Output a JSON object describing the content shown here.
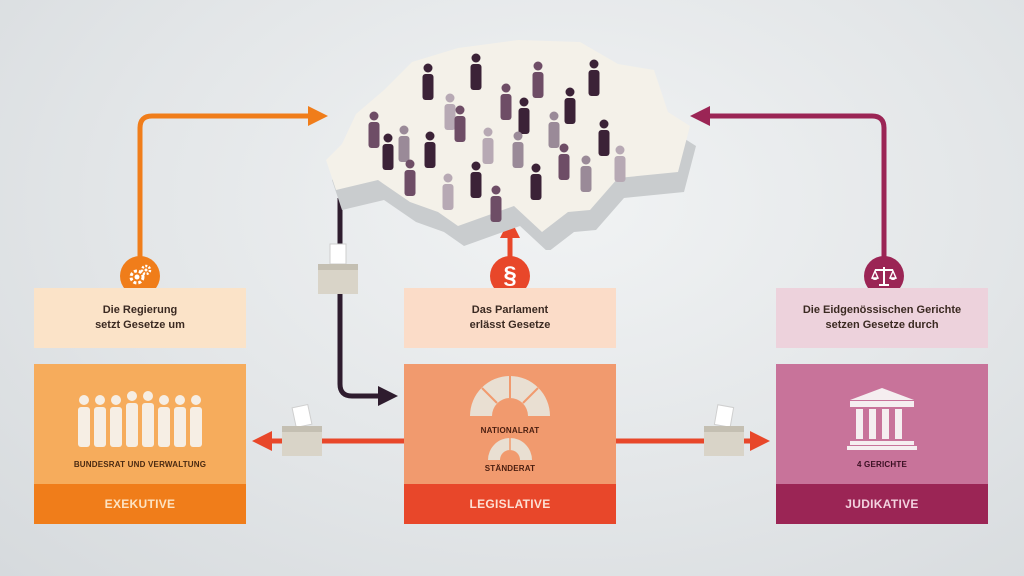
{
  "executive": {
    "caption_line1": "Die Regierung",
    "caption_line2": "setzt Gesetze um",
    "body_label": "BUNDESRAT UND VERWALTUNG",
    "footer": "EXEKUTIVE",
    "icon": "gears-icon"
  },
  "legislative": {
    "caption_line1": "Das Parlament",
    "caption_line2": "erlässt Gesetze",
    "chamber1": "NATIONALRAT",
    "chamber2": "STÄNDERAT",
    "footer": "LEGISLATIVE",
    "icon": "paragraph-icon",
    "icon_glyph": "§"
  },
  "judicial": {
    "caption_line1": "Die Eidgenössischen Gerichte",
    "caption_line2": "setzen Gesetze durch",
    "body_label": "4 GERICHTE",
    "footer": "JUDIKATIVE",
    "icon": "scales-icon"
  },
  "colors": {
    "exec_accent": "#f07d1a",
    "leg_accent": "#e8472a",
    "jud_accent": "#9b2555",
    "voter_arrow": "#2e1c2e"
  }
}
